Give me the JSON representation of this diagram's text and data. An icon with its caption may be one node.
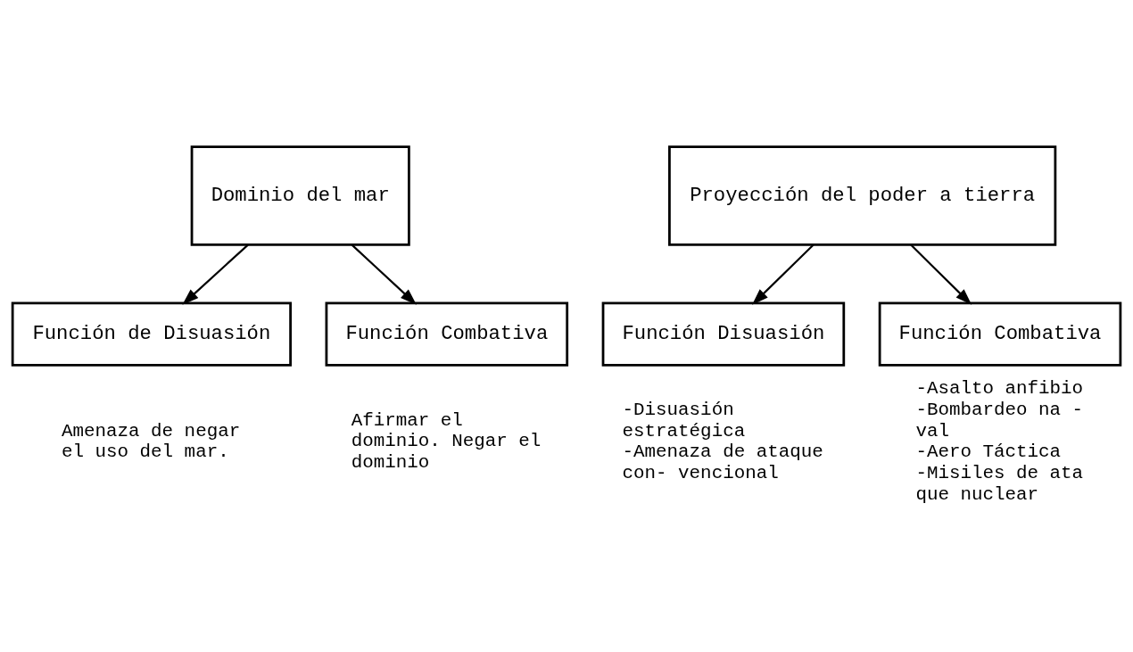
{
  "diagram": {
    "nodes": [
      {
        "text": [
          "Dominio del mar"
        ]
      },
      {
        "text": [
          "Función de Disuasión"
        ],
        "beside": [
          "Amenaza de negar el uso del mar."
        ]
      },
      {
        "text": [
          "Función Combativa"
        ],
        "beside": [
          "Afirmar el dominio. Negar el dominio"
        ]
      },
      {
        "text": [
          "Proyección del poder a tierra"
        ]
      },
      {
        "text": [
          "Función Disuasión"
        ],
        "beside": [
          "-Disuasión estratégica",
          "-Amenaza de ataque con- vencional"
        ]
      },
      {
        "text": [
          "Función Combativa"
        ],
        "beside": [
          "-Asalto anfibio",
          "-Bombardeo na - val",
          "-Aero Táctica",
          "-Misiles de ata que nuclear"
        ]
      }
    ],
    "edges": [
      {
        "from": 0,
        "to": 1,
        "arrow": "to"
      },
      {
        "from": 0,
        "to": 2,
        "arrow": "to"
      },
      {
        "from": 3,
        "to": 4,
        "arrow": "to"
      },
      {
        "from": 3,
        "to": 5,
        "arrow": "to"
      }
    ]
  }
}
